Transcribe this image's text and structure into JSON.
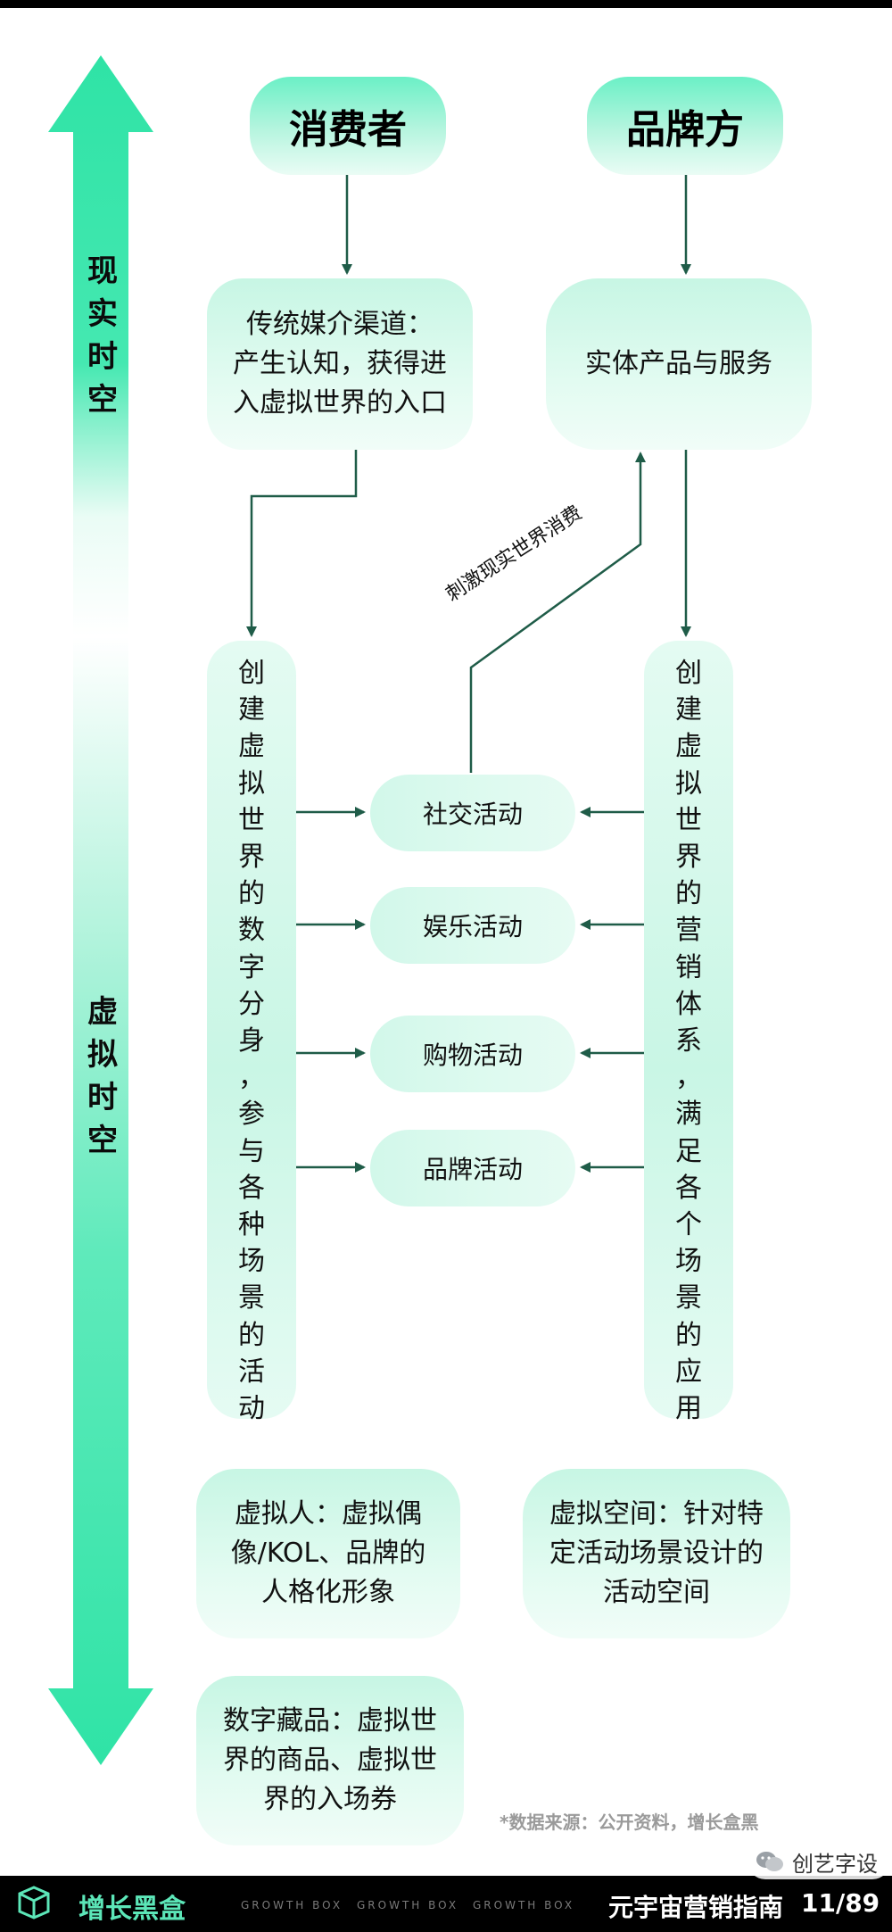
{
  "axis": {
    "real_label": "现\n实\n时\n空",
    "virtual_label": "虚\n拟\n时\n空"
  },
  "roles": {
    "consumer": "消费者",
    "brand": "品牌方"
  },
  "boxes": {
    "traditional_media": "传统媒介渠道：\n产生认知，获得进\n入虚拟世界的入口",
    "physical_products": "实体产品与服务",
    "stimulate_label": "刺激现实世界消费",
    "consumer_virtual": "创\n建\n虚\n拟\n世\n界\n的\n数\n字\n分\n身\n，\n参\n与\n各\n种\n场\n景\n的\n活\n动",
    "brand_virtual": "创\n建\n虚\n拟\n世\n界\n的\n营\n销\n体\n系\n，\n满\n足\n各\n个\n场\n景\n的\n应\n用",
    "virtual_human": "虚拟人：虚拟偶\n像/KOL、品牌的\n人格化形象",
    "virtual_space": "虚拟空间：针对特\n定活动场景设计的\n活动空间",
    "nft": "数字藏品：虚拟世\n界的商品、虚拟世\n界的入场券"
  },
  "activities": [
    "社交活动",
    "娱乐活动",
    "购物活动",
    "品牌活动"
  ],
  "source": "*数据来源：公开资料，增长盒黑",
  "footer": {
    "brand": "增长黑盒",
    "tagline": "GROWTH BOX",
    "guide_title": "元宇宙营销指南",
    "page": "11/89",
    "wechat_account": "创艺字设"
  },
  "colors": {
    "accent": "#2fe3a6",
    "arrow": "#1f5c48",
    "box_fill": "#d6f8ec",
    "footer_bg": "#000000"
  },
  "icons": [
    "arrow-down-icon",
    "arrow-right-icon",
    "arrow-left-icon",
    "growth-box-logo-icon",
    "wechat-icon"
  ]
}
